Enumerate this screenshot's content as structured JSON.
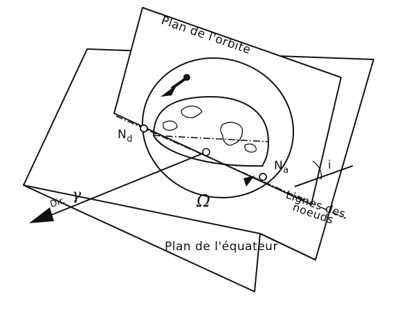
{
  "labels": {
    "orbit_plane": "Plan de l'orbite",
    "equator_plane": "Plan de l'équateur",
    "descending_node": "N",
    "descending_node_sub": "d",
    "ascending_node": "N",
    "ascending_node_sub": "a",
    "inclination": "i",
    "node_line_1": "Lignes des",
    "node_line_2": "noeuds",
    "vernal_direction_prefix": "Dir.",
    "vernal_direction_symbol": "γ",
    "ascending_node_longitude": "Ω"
  },
  "colors": {
    "ink": "#111111",
    "background": "#ffffff"
  }
}
